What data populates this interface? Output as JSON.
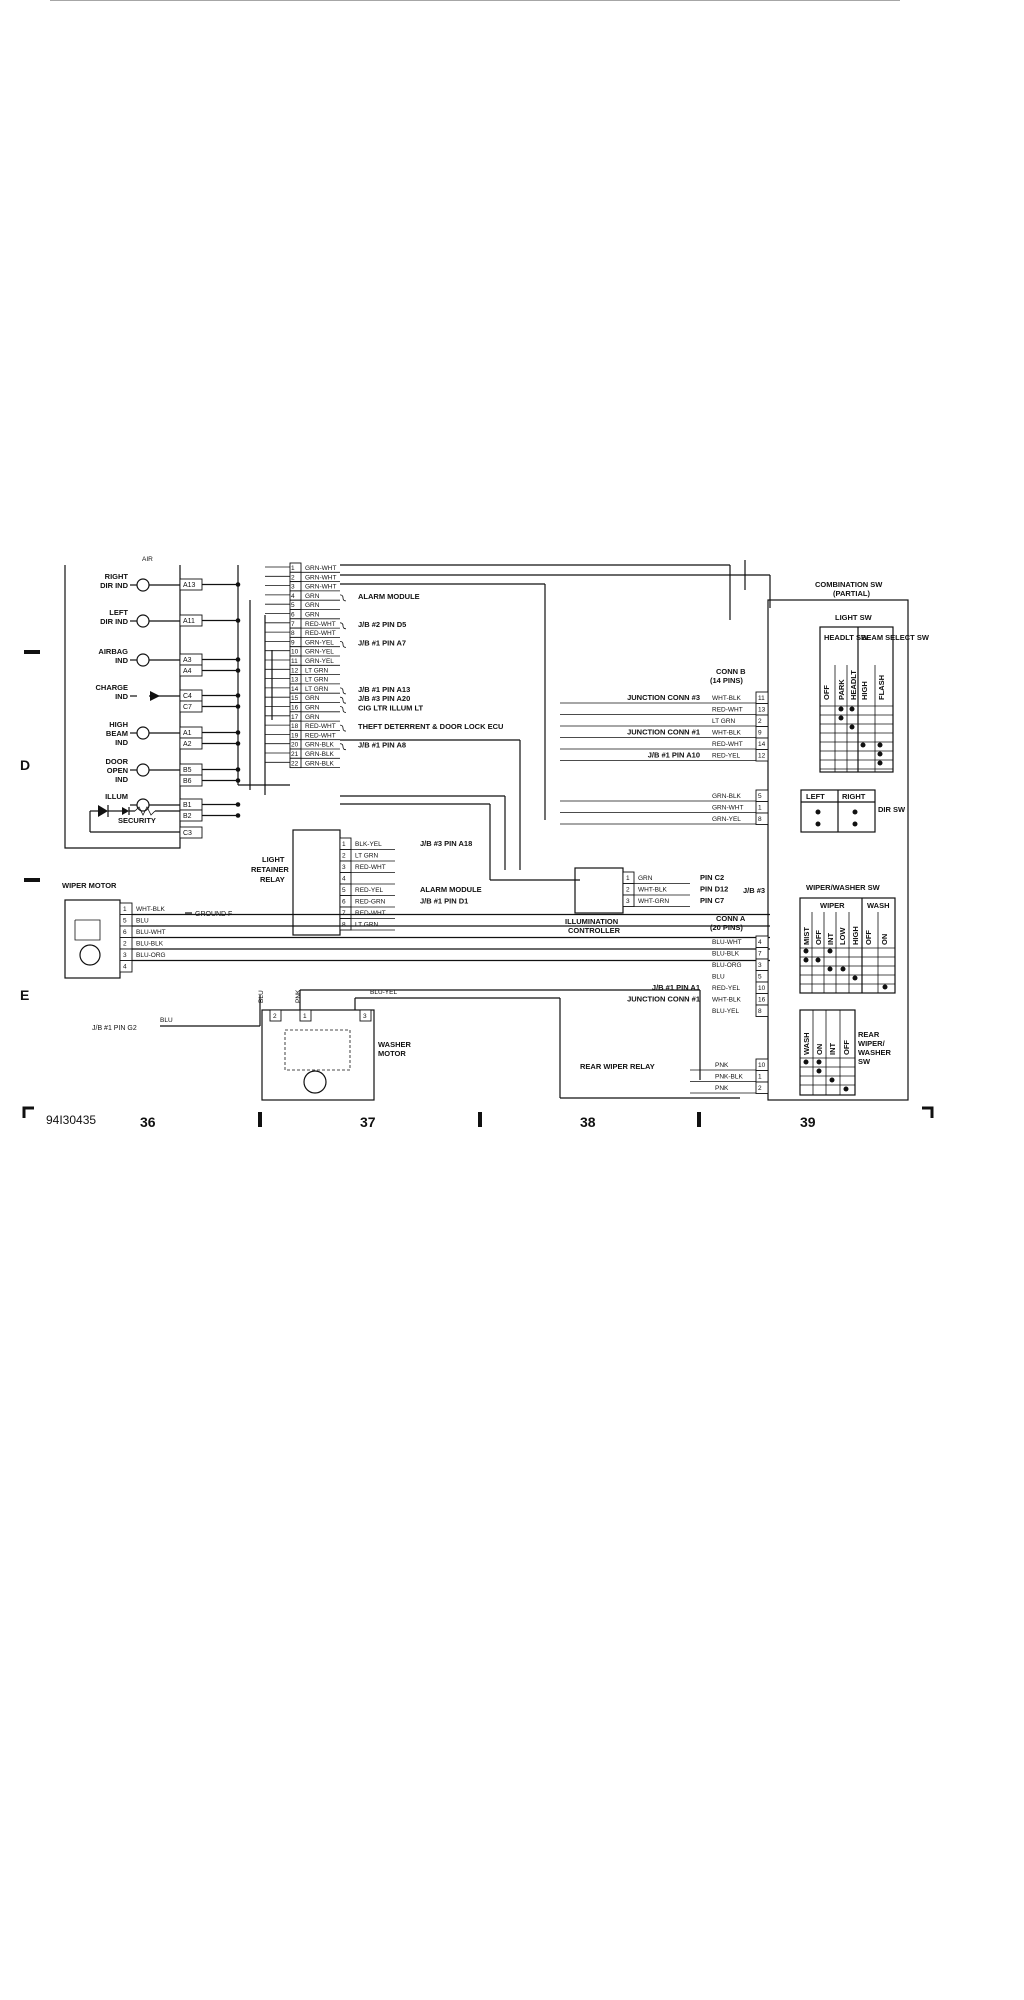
{
  "diagram": {
    "id": "94I30435",
    "columns": [
      "36",
      "37",
      "38",
      "39"
    ],
    "row_labels": [
      "D",
      "E"
    ],
    "top_stub": "AIR",
    "cluster": {
      "indicators": [
        {
          "label1": "RIGHT",
          "label2": "DIR IND",
          "label3": "",
          "pins": [
            "A13"
          ]
        },
        {
          "label1": "LEFT",
          "label2": "DIR IND",
          "label3": "",
          "pins": [
            "A11"
          ]
        },
        {
          "label1": "AIRBAG",
          "label2": "IND",
          "label3": "",
          "pins": [
            "A3",
            "A4"
          ]
        },
        {
          "label1": "CHARGE",
          "label2": "IND",
          "label3": "",
          "pins": [
            "C4",
            "C7"
          ]
        },
        {
          "label1": "HIGH",
          "label2": "BEAM",
          "label3": "IND",
          "pins": [
            "A1",
            "A2"
          ]
        },
        {
          "label1": "DOOR",
          "label2": "OPEN",
          "label3": "IND",
          "pins": [
            "B5",
            "B6"
          ]
        },
        {
          "label1": "ILLUM",
          "label2": "",
          "label3": "",
          "pins": [
            "B1",
            "B2"
          ]
        }
      ],
      "security_label": "SECURITY",
      "ground_pin": "C3"
    },
    "connector_left": {
      "pins": [
        {
          "n": "1",
          "wire": "GRN-WHT",
          "dest": ""
        },
        {
          "n": "2",
          "wire": "GRN-WHT",
          "dest": ""
        },
        {
          "n": "3",
          "wire": "GRN-WHT",
          "dest": ""
        },
        {
          "n": "4",
          "wire": "GRN",
          "dest": "ALARM MODULE"
        },
        {
          "n": "5",
          "wire": "GRN",
          "dest": ""
        },
        {
          "n": "6",
          "wire": "GRN",
          "dest": ""
        },
        {
          "n": "7",
          "wire": "RED-WHT",
          "dest": "J/B #2 PIN D5"
        },
        {
          "n": "8",
          "wire": "RED-WHT",
          "dest": ""
        },
        {
          "n": "9",
          "wire": "GRN-YEL",
          "dest": "J/B #1 PIN A7"
        },
        {
          "n": "10",
          "wire": "GRN-YEL",
          "dest": ""
        },
        {
          "n": "11",
          "wire": "GRN-YEL",
          "dest": ""
        },
        {
          "n": "12",
          "wire": "LT GRN",
          "dest": ""
        },
        {
          "n": "13",
          "wire": "LT GRN",
          "dest": ""
        },
        {
          "n": "14",
          "wire": "LT GRN",
          "dest": "J/B #1 PIN A13"
        },
        {
          "n": "15",
          "wire": "GRN",
          "dest": "J/B #3 PIN A20"
        },
        {
          "n": "16",
          "wire": "GRN",
          "dest": "CIG LTR ILLUM LT"
        },
        {
          "n": "17",
          "wire": "GRN",
          "dest": ""
        },
        {
          "n": "18",
          "wire": "RED-WHT",
          "dest": "THEFT DETERRENT & DOOR LOCK ECU"
        },
        {
          "n": "19",
          "wire": "RED-WHT",
          "dest": ""
        },
        {
          "n": "20",
          "wire": "GRN-BLK",
          "dest": "J/B #1 PIN A8"
        },
        {
          "n": "21",
          "wire": "GRN-BLK",
          "dest": ""
        },
        {
          "n": "22",
          "wire": "GRN-BLK",
          "dest": ""
        }
      ]
    },
    "light_relay": {
      "label": [
        "LIGHT",
        "RETAINER",
        "RELAY"
      ],
      "pins": [
        {
          "n": "1",
          "wire": "BLK-YEL",
          "dest": "J/B #3 PIN A18"
        },
        {
          "n": "2",
          "wire": "LT GRN",
          "dest": ""
        },
        {
          "n": "3",
          "wire": "RED-WHT",
          "dest": ""
        },
        {
          "n": "4",
          "wire": "",
          "dest": ""
        },
        {
          "n": "5",
          "wire": "RED-YEL",
          "dest": "ALARM MODULE"
        },
        {
          "n": "6",
          "wire": "RED-GRN",
          "dest": "J/B #1 PIN D1"
        },
        {
          "n": "7",
          "wire": "RED-WHT",
          "dest": ""
        },
        {
          "n": "8",
          "wire": "LT GRN",
          "dest": ""
        }
      ]
    },
    "wiper_motor": {
      "label": "WIPER MOTOR",
      "ground": "GROUND F",
      "pins": [
        {
          "n": "1",
          "wire": "WHT-BLK"
        },
        {
          "n": "5",
          "wire": "BLU"
        },
        {
          "n": "6",
          "wire": "BLU-WHT"
        },
        {
          "n": "2",
          "wire": "BLU-BLK"
        },
        {
          "n": "3",
          "wire": "BLU-ORG"
        },
        {
          "n": "4",
          "wire": ""
        }
      ],
      "jb_ref": "J/B #1 PIN G2",
      "jb_wire": "BLU"
    },
    "washer_motor": {
      "label": [
        "WASHER",
        "MOTOR"
      ],
      "pins": [
        "2",
        "1",
        "3"
      ],
      "wires": [
        "BLU",
        "PNK",
        "BLU-YEL"
      ]
    },
    "illumination": {
      "label": [
        "ILLUMINATION",
        "CONTROLLER"
      ],
      "pins": [
        {
          "n": "1",
          "wire": "GRN",
          "dest": "PIN C2"
        },
        {
          "n": "2",
          "wire": "WHT-BLK",
          "dest": "PIN D12"
        },
        {
          "n": "3",
          "wire": "WHT-GRN",
          "dest": "PIN C7"
        }
      ],
      "jb": "J/B #3"
    },
    "combination": {
      "title1": "COMBINATION SW",
      "title2": "(PARTIAL)",
      "light_sw": "LIGHT SW",
      "headlt_sw": "HEADLT SW",
      "beam_select": "BEAM SELECT SW",
      "light_cols": [
        "OFF",
        "PARK",
        "HEADLT",
        "HIGH",
        "FLASH"
      ],
      "conn_b": "CONN B",
      "conn_b_pins": "(14 PINS)",
      "conn_b_rows": [
        {
          "label": "JUNCTION CONN #3",
          "wire": "WHT-BLK",
          "pin": "11"
        },
        {
          "label": "",
          "wire": "RED-WHT",
          "pin": "13"
        },
        {
          "label": "",
          "wire": "LT GRN",
          "pin": "2"
        },
        {
          "label": "JUNCTION CONN #1",
          "wire": "WHT-BLK",
          "pin": "9"
        },
        {
          "label": "",
          "wire": "RED-WHT",
          "pin": "14"
        },
        {
          "label": "J/B #1 PIN A10",
          "wire": "RED-YEL",
          "pin": "12"
        },
        {
          "label": "",
          "wire": "GRN-BLK",
          "pin": "5"
        },
        {
          "label": "",
          "wire": "GRN-WHT",
          "pin": "1"
        },
        {
          "label": "",
          "wire": "GRN-YEL",
          "pin": "8"
        }
      ],
      "dir_left": "LEFT",
      "dir_right": "RIGHT",
      "dir_sw": "DIR SW",
      "conn_a": "CONN A",
      "conn_a_pins": "(20 PINS)",
      "conn_a_rows": [
        {
          "label": "",
          "wire": "BLU-WHT",
          "pin": "4"
        },
        {
          "label": "",
          "wire": "BLU-BLK",
          "pin": "7"
        },
        {
          "label": "",
          "wire": "BLU-ORG",
          "pin": "3"
        },
        {
          "label": "",
          "wire": "BLU",
          "pin": "5"
        },
        {
          "label": "J/B #1 PIN A1",
          "wire": "RED-YEL",
          "pin": "10"
        },
        {
          "label": "JUNCTION CONN #1",
          "wire": "WHT-BLK",
          "pin": "16"
        },
        {
          "label": "",
          "wire": "BLU-YEL",
          "pin": "8"
        }
      ],
      "ww_title": "WIPER/WASHER SW",
      "wiper": "WIPER",
      "wash": "WASH",
      "ww_cols": [
        "MIST",
        "OFF",
        "INT",
        "LOW",
        "HIGH",
        "OFF",
        "ON"
      ],
      "rear_label": [
        "REAR",
        "WIPER/",
        "WASHER",
        "SW"
      ],
      "rear_cols": [
        "WASH",
        "ON",
        "INT",
        "OFF"
      ],
      "rear_relay": "REAR WIPER RELAY",
      "rear_rows": [
        {
          "wire": "PNK",
          "pin": "10"
        },
        {
          "wire": "PNK-BLK",
          "pin": "1"
        },
        {
          "wire": "PNK",
          "pin": "2"
        }
      ]
    }
  }
}
